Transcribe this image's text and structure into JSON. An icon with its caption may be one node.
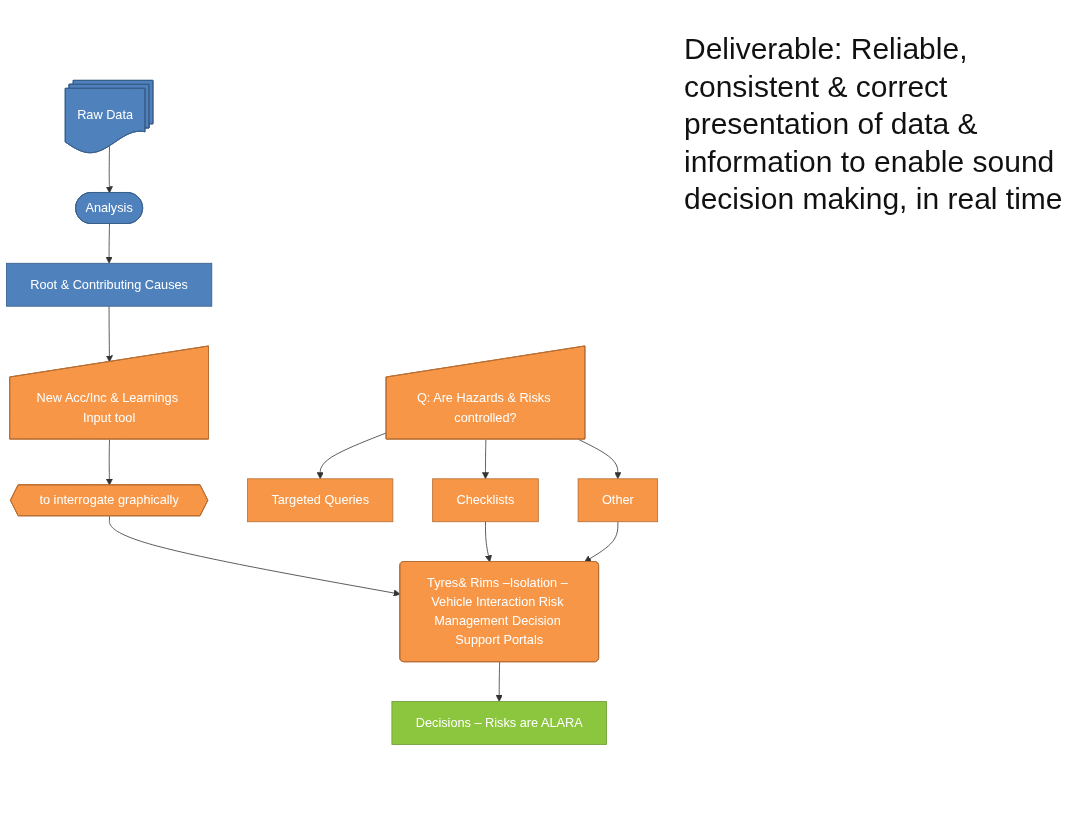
{
  "diagram": {
    "nodes": [
      {
        "text": [
          "Raw Data"
        ]
      },
      {
        "text": [
          "Analysis"
        ]
      },
      {
        "text": [
          "Root & Contributing Causes"
        ]
      },
      {
        "text": [
          "New Acc/Inc & Learnings Input tool"
        ]
      },
      {
        "text": [
          "to interrogate graphically"
        ]
      },
      {
        "text": [
          "Tyres& Rims –Isolation – Vehicle Interaction Risk Management Decision Support Portals"
        ]
      },
      {
        "text": [
          "Decisions – Risks are ALARA"
        ]
      },
      {
        "text": [
          "Targeted Queries"
        ]
      },
      {
        "text": [
          "Checklists"
        ]
      },
      {
        "text": [
          "Other"
        ]
      },
      {
        "text": [
          "Q: Are Hazards & Risks controlled?"
        ]
      }
    ],
    "edges": [
      {
        "from": 0,
        "to": 1,
        "arrow": "to"
      },
      {
        "from": 1,
        "to": 2,
        "arrow": "to"
      },
      {
        "from": 2,
        "to": 3,
        "arrow": "to"
      },
      {
        "from": 3,
        "to": 4,
        "arrow": "to"
      },
      {
        "from": 4,
        "to": 5,
        "arrow": "to"
      },
      {
        "from": 5,
        "to": 6,
        "arrow": "to"
      },
      {
        "from": 10,
        "to": 7,
        "arrow": "to"
      },
      {
        "from": 10,
        "to": 8,
        "arrow": "to"
      },
      {
        "from": 10,
        "to": 9,
        "arrow": "to"
      },
      {
        "from": 8,
        "to": 5,
        "arrow": "to"
      },
      {
        "from": 9,
        "to": 5,
        "arrow": "to"
      }
    ],
    "labels": [
      "Deliverable: Reliable, consistent & correct presentation of data & information to enable sound decision making, in real time"
    ]
  }
}
